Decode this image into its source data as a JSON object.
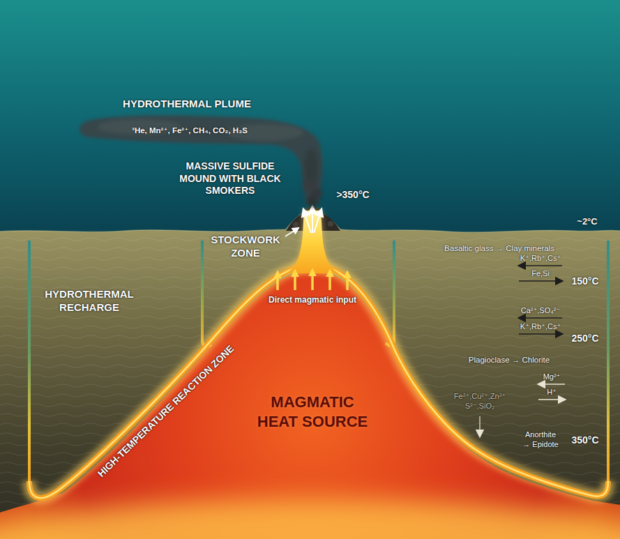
{
  "diagram": {
    "labels": [
      "HYDROTHERMAL PLUME",
      "³He, Mn²⁺, Fe²⁺, CH₄, CO₂, H₂S",
      "MASSIVE SULFIDE MOUND WITH BLACK SMOKERS",
      ">350°C",
      "~2°C",
      "STOCKWORK ZONE",
      "Basaltic glass → Clay minerals",
      "K⁺,Rb⁺,Cs⁺",
      "Fe,Si",
      "150°C",
      "HYDROTHERMAL RECHARGE",
      "Direct magmatic input",
      "Ca²⁺,SO₄²⁻",
      "K⁺,Rb⁺,Cs⁺",
      "250°C",
      "Plagioclase → Chlorite",
      "Mg²⁺",
      "H⁺",
      "HIGH-TEMPERATURE REACTION ZONE",
      "MAGMATIC HEAT SOURCE",
      "Fe²⁺,Cu²⁺,Zn²⁺ S²⁻,SiO₂",
      "Anorthite → Epidote",
      "350°C"
    ]
  }
}
